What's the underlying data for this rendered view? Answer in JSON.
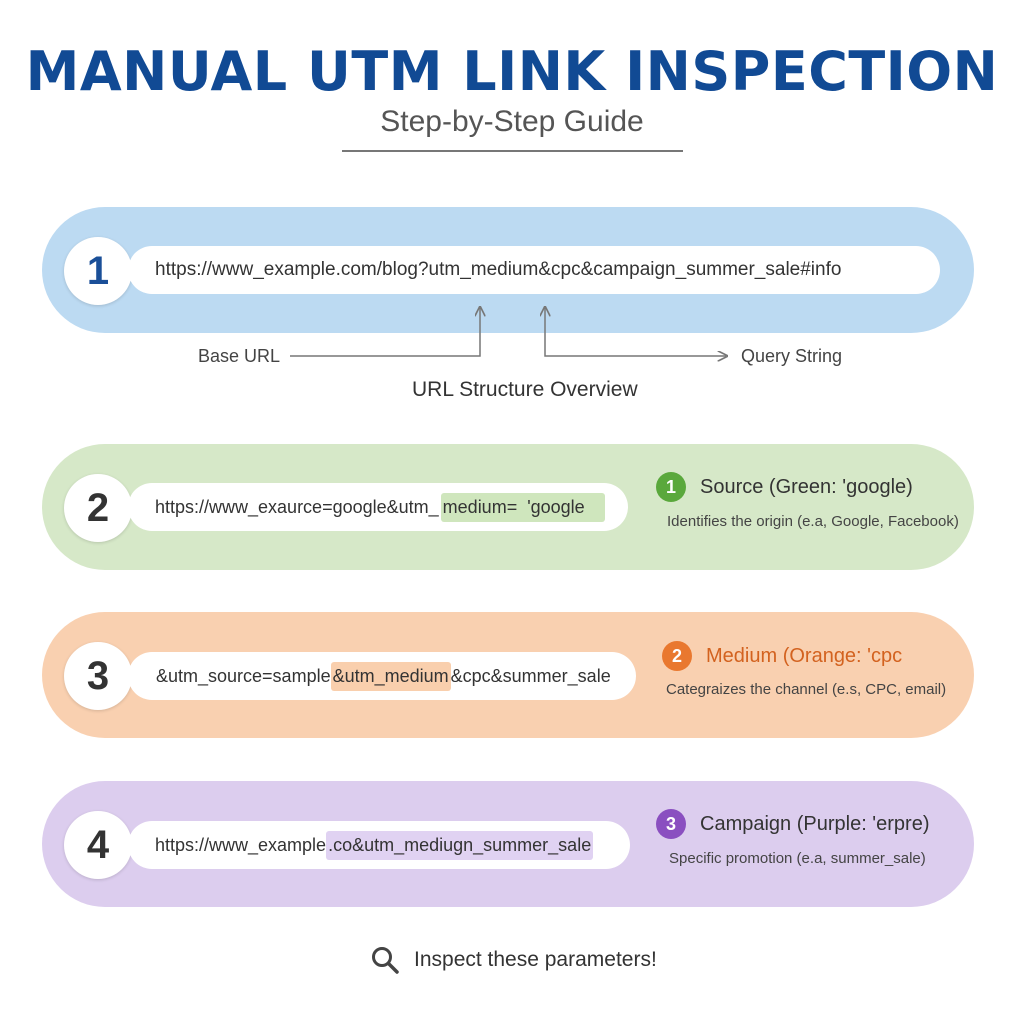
{
  "header": {
    "title": "MANUAL UTM LINK INSPECTION",
    "subtitle": "Step-by-Step Guide"
  },
  "step1": {
    "number": "1",
    "url": "https://www_example.com/blog?utm_medium&cpc&campaign_summer_sale#info",
    "label_base": "Base URL",
    "label_query": "Query String",
    "caption": "URL Structure Overview",
    "color_band": "#bcdaf2",
    "color_number": "#1a4f98"
  },
  "step2": {
    "number": "2",
    "url_before": "https://www_exaurce=google&utm_",
    "url_highlight": "medium=  'google",
    "badge": "1",
    "title": "Source (Green: 'google)",
    "desc": "Identifies the origin (e.a, Google, Facebook)",
    "color_band": "#d6e8c8",
    "color_badge": "#5aa83c",
    "color_highlight": "#cfe6bd"
  },
  "step3": {
    "number": "3",
    "url_before": "&utm_source=sample",
    "url_highlight": "&utm_medium",
    "url_after": "&cpc&summer_sale",
    "badge": "2",
    "title": "Medium (Orange: 'cpc",
    "desc": "Categraizes the channel (e.s, CPC, email)",
    "color_band": "#f9d0b0",
    "color_badge": "#e9782f",
    "color_highlight": "#f9cfad",
    "color_title": "#d3621f"
  },
  "step4": {
    "number": "4",
    "url_before": "https://www_example",
    "url_highlight": ".co&utm_mediugn_summer_sale",
    "badge": "3",
    "title": "Campaign (Purple: 'erpre)",
    "desc": "Specific promotion (e.a, summer_sale)",
    "color_band": "#dccdee",
    "color_badge": "#8a4fc0",
    "color_highlight": "#e0d2f2"
  },
  "footer": {
    "icon": "search-icon",
    "text": "Inspect these parameters!"
  }
}
